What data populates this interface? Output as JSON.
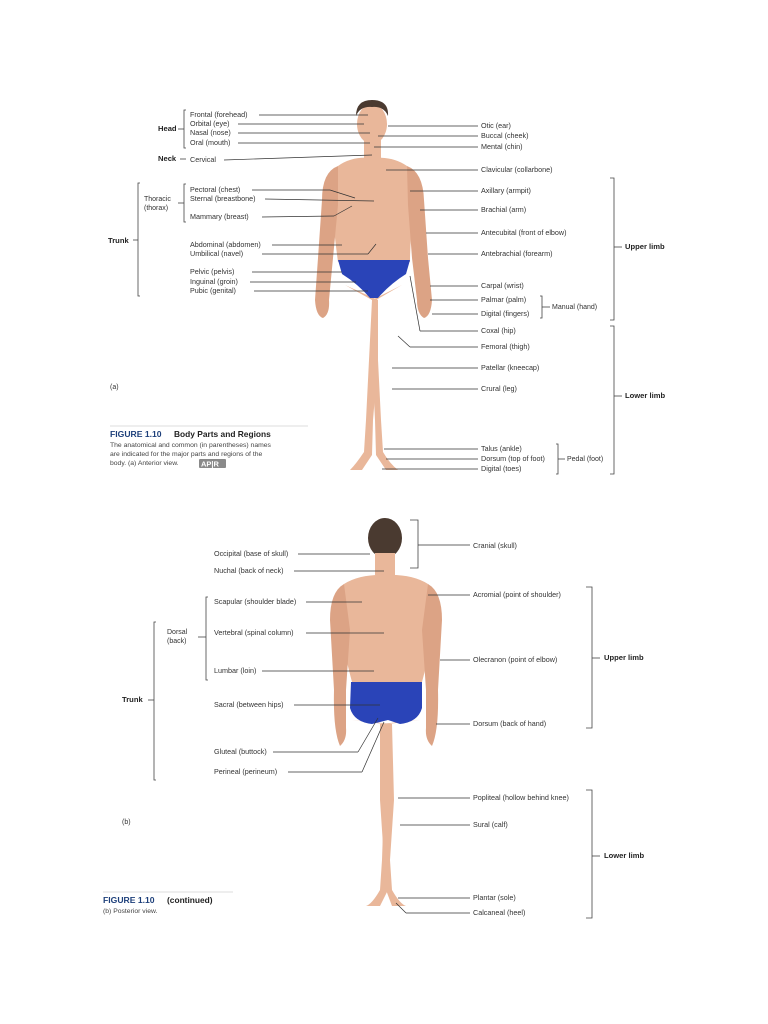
{
  "panel_a": {
    "label": "(a)",
    "left_labels": {
      "frontal": "Frontal (forehead)",
      "orbital": "Orbital (eye)",
      "nasal": "Nasal (nose)",
      "oral": "Oral (mouth)",
      "cervical": "Cervical",
      "pectoral": "Pectoral (chest)",
      "sternal": "Sternal (breastbone)",
      "mammary": "Mammary (breast)",
      "abdominal": "Abdominal (abdomen)",
      "umbilical": "Umbilical (navel)",
      "pelvic": "Pelvic (pelvis)",
      "inguinal": "Inguinal (groin)",
      "pubic": "Pubic (genital)"
    },
    "groups": {
      "head": "Head",
      "neck": "Neck",
      "thoracic": "Thoracic",
      "thoracic2": "(thorax)",
      "trunk": "Trunk"
    },
    "right_labels": {
      "otic": "Otic (ear)",
      "buccal": "Buccal (cheek)",
      "mental": "Mental (chin)",
      "clavicular": "Clavicular (collarbone)",
      "axillary": "Axillary (armpit)",
      "brachial": "Brachial (arm)",
      "antecubital": "Antecubital (front of elbow)",
      "antebrachial": "Antebrachial (forearm)",
      "carpal": "Carpal (wrist)",
      "palmar": "Palmar (palm)",
      "digital_fingers": "Digital (fingers)",
      "coxal": "Coxal (hip)",
      "femoral": "Femoral (thigh)",
      "patellar": "Patellar (kneecap)",
      "crural": "Crural (leg)",
      "talus": "Talus (ankle)",
      "dorsum_foot": "Dorsum (top of foot)",
      "digital_toes": "Digital (toes)"
    },
    "right_groups": {
      "manual": "Manual (hand)",
      "pedal": "Pedal (foot)",
      "upper_limb": "Upper limb",
      "lower_limb": "Lower limb"
    },
    "caption": {
      "figure": "FIGURE 1.10",
      "title": "Body Parts and Regions",
      "line1": "The anatomical and common (in parentheses) names",
      "line2": "are indicated for the major parts and regions of the",
      "line3": "body. (a) Anterior view.",
      "badge": "AP|R"
    }
  },
  "panel_b": {
    "label": "(b)",
    "left_labels": {
      "occipital": "Occipital (base of skull)",
      "nuchal": "Nuchal (back of neck)",
      "scapular": "Scapular (shoulder blade)",
      "vertebral": "Vertebral (spinal column)",
      "lumbar": "Lumbar (loin)",
      "sacral": "Sacral (between hips)",
      "gluteal": "Gluteal (buttock)",
      "perineal": "Perineal (perineum)"
    },
    "groups": {
      "dorsal": "Dorsal",
      "dorsal2": "(back)",
      "trunk": "Trunk"
    },
    "right_labels": {
      "cranial": "Cranial (skull)",
      "acromial": "Acromial (point of shoulder)",
      "olecranon": "Olecranon (point of elbow)",
      "dorsum_hand": "Dorsum (back of hand)",
      "popliteal": "Popliteal (hollow behind knee)",
      "sural": "Sural (calf)",
      "plantar": "Plantar (sole)",
      "calcaneal": "Calcaneal (heel)"
    },
    "right_groups": {
      "upper_limb": "Upper limb",
      "lower_limb": "Lower limb"
    },
    "caption": {
      "figure": "FIGURE 1.10",
      "title": "(continued)",
      "line1": "(b) Posterior view."
    }
  }
}
